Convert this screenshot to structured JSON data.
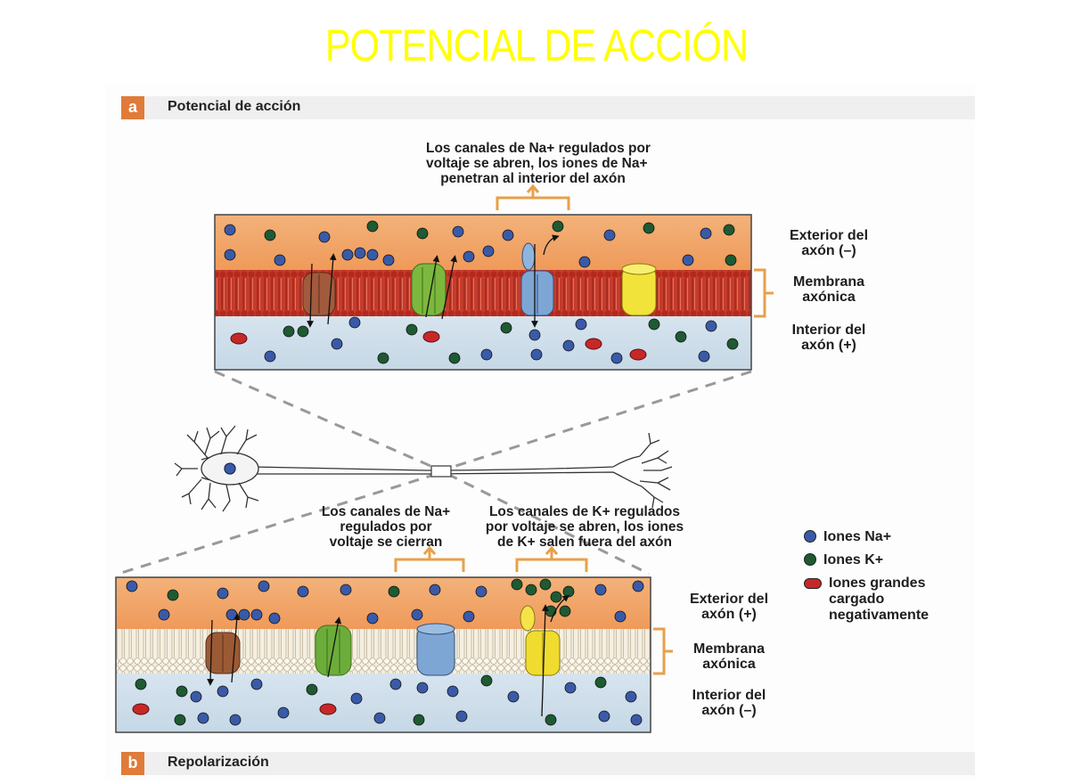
{
  "title": "POTENCIAL DE ACCIÓN",
  "panel_a": {
    "letter": "a",
    "title": "Potencial de acción",
    "callout_lines": [
      "Los canales de Na+ regulados por",
      "voltaje se abren, los iones de Na+",
      "penetran al interior del axón"
    ],
    "exterior_lines": [
      "Exterior del",
      "axón (–)"
    ],
    "membrane_lines": [
      "Membrana",
      "axónica"
    ],
    "interior_lines": [
      "Interior del",
      "axón (+)"
    ]
  },
  "panel_b": {
    "letter": "b",
    "title": "Repolarización",
    "callout_na_lines": [
      "Los canales de Na+",
      "regulados por",
      "voltaje se cierran"
    ],
    "callout_k_lines": [
      "Los canales de K+ regulados",
      "por voltaje se abren, los iones",
      "de K+ salen fuera del axón"
    ],
    "exterior_lines": [
      "Exterior del",
      "axón (+)"
    ],
    "membrane_lines": [
      "Membrana",
      "axónica"
    ],
    "interior_lines": [
      "Interior del",
      "axón (–)"
    ]
  },
  "legend": {
    "na": "Iones Na+",
    "k": "Iones K+",
    "large_lines": [
      "Iones grandes",
      "cargado",
      "negativamente"
    ]
  },
  "colors": {
    "title": "#ffff00",
    "exterior": "#f0a462",
    "interior": "#cfe0ec",
    "membrane_a": "#c43c2c",
    "membrane_b": "#f2ebd8",
    "na_ion": "#3a5aa8",
    "k_ion": "#1e5a32",
    "large_ion": "#c62828",
    "bracket": "#e8a04a"
  },
  "icons": [
    "na-ion-icon",
    "k-ion-icon",
    "large-anion-icon",
    "neuron-icon"
  ]
}
